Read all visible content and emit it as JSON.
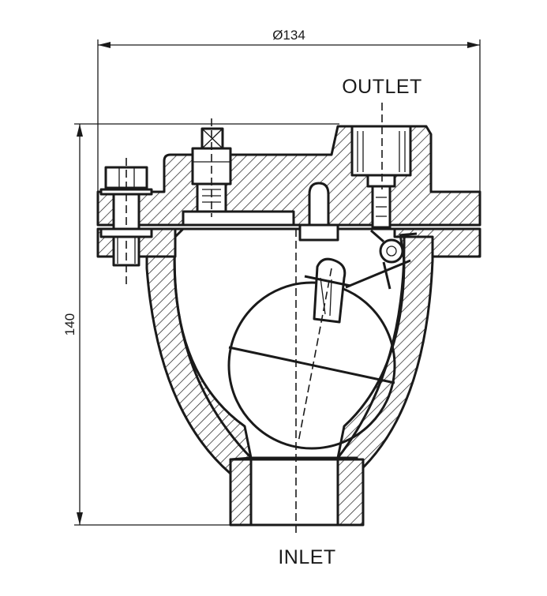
{
  "labels": {
    "outlet": "OUTLET",
    "inlet": "INLET"
  },
  "dimensions": {
    "diameter": "Ø134",
    "height": "140"
  }
}
